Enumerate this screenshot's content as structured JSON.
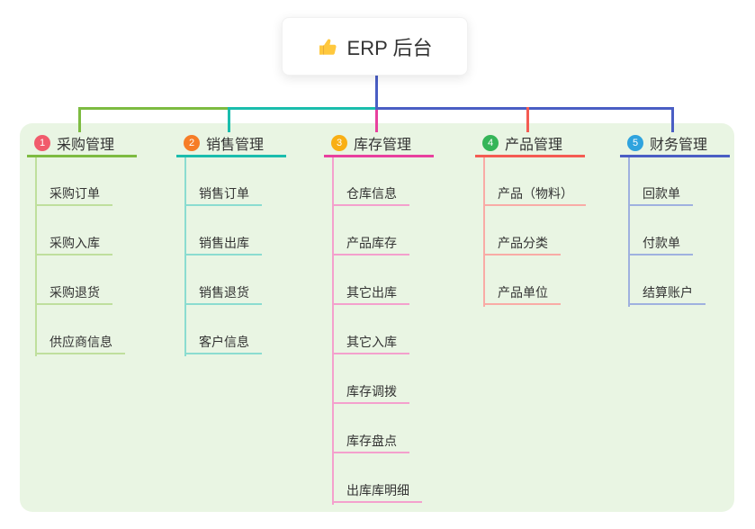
{
  "root": {
    "icon": "thumbs-up",
    "label": "ERP 后台",
    "line_color": "#4A5EC4"
  },
  "panel": {
    "background": "#E9F5E3"
  },
  "branches": [
    {
      "num": "1",
      "label": "采购管理",
      "badge_color": "#F15B6C",
      "line_color": "#7DBB41",
      "child_line_color": "#BFDF9D",
      "children": [
        "采购订单",
        "采购入库",
        "采购退货",
        "供应商信息"
      ]
    },
    {
      "num": "2",
      "label": "销售管理",
      "badge_color": "#F67D27",
      "line_color": "#1ABDAD",
      "child_line_color": "#8BDCD0",
      "children": [
        "销售订单",
        "销售出库",
        "销售退货",
        "客户信息"
      ]
    },
    {
      "num": "3",
      "label": "库存管理",
      "badge_color": "#F9AF14",
      "line_color": "#E8409E",
      "child_line_color": "#F4A0CD",
      "children": [
        "仓库信息",
        "产品库存",
        "其它出库",
        "其它入库",
        "库存调拨",
        "库存盘点",
        "出库库明细"
      ]
    },
    {
      "num": "4",
      "label": "产品管理",
      "badge_color": "#35B558",
      "line_color": "#F45B52",
      "child_line_color": "#F9ABA6",
      "children": [
        "产品（物料）",
        "产品分类",
        "产品单位"
      ]
    },
    {
      "num": "5",
      "label": "财务管理",
      "badge_color": "#2FA3DE",
      "line_color": "#4A5EC4",
      "child_line_color": "#9FB1DF",
      "children": [
        "回款单",
        "付款单",
        "结算账户"
      ]
    }
  ]
}
